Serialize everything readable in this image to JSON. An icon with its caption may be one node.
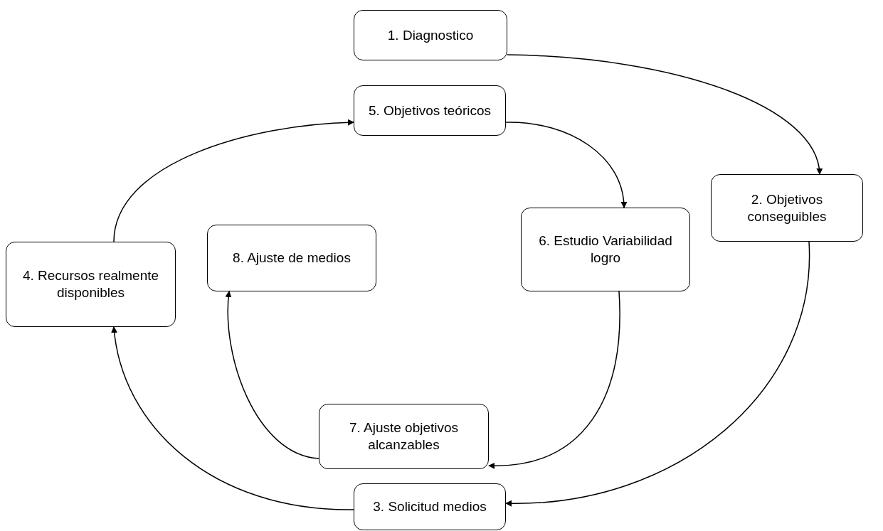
{
  "diagram": {
    "nodes": [
      {
        "text": [
          "1. Diagnostico"
        ]
      },
      {
        "text": [
          "2. Objetivos conseguibles"
        ]
      },
      {
        "text": [
          "3. Solicitud medios"
        ]
      },
      {
        "text": [
          "4. Recursos realmente disponibles"
        ]
      },
      {
        "text": [
          "5. Objetivos teóricos"
        ]
      },
      {
        "text": [
          "6. Estudio Variabilidad logro"
        ]
      },
      {
        "text": [
          "7. Ajuste objetivos alcanzables"
        ]
      },
      {
        "text": [
          "8. Ajuste de medios"
        ]
      }
    ],
    "edges": [
      {
        "from": 0,
        "to": 1,
        "arrow": "to"
      },
      {
        "from": 1,
        "to": 2,
        "arrow": "to"
      },
      {
        "from": 2,
        "to": 3,
        "arrow": "to"
      },
      {
        "from": 3,
        "to": 4,
        "arrow": "to"
      },
      {
        "from": 4,
        "to": 5,
        "arrow": "to"
      },
      {
        "from": 5,
        "to": 6,
        "arrow": "to"
      },
      {
        "from": 6,
        "to": 7,
        "arrow": "to"
      }
    ]
  }
}
